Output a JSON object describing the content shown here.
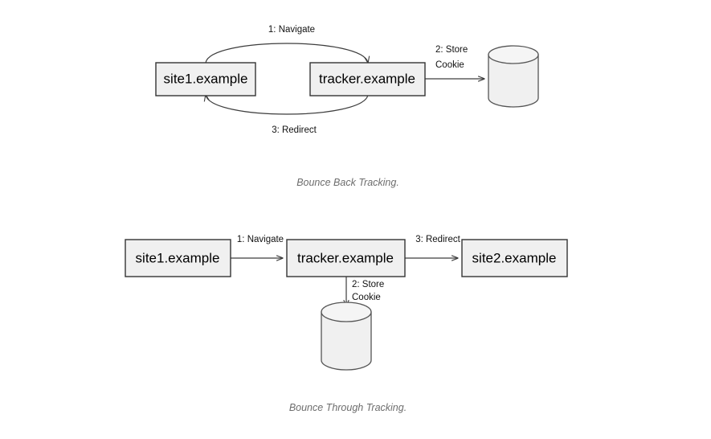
{
  "page": {
    "background": "#ffffff",
    "box_fill": "#f0f0f0",
    "box_stroke": "#333333",
    "edge_stroke": "#3d3d3d",
    "caption_color": "#6d6d6d"
  },
  "figures": [
    {
      "id": "bounce-back",
      "caption": "Bounce Back Tracking.",
      "nodes": [
        {
          "id": "site1",
          "label": "site1.example",
          "type": "box"
        },
        {
          "id": "tracker",
          "label": "tracker.example",
          "type": "box"
        },
        {
          "id": "cookiestore",
          "label": "",
          "type": "cylinder"
        }
      ],
      "edges": [
        {
          "id": "e1",
          "label": "1: Navigate",
          "from": "site1",
          "to": "tracker",
          "shape": "curve-top"
        },
        {
          "id": "e2",
          "label_line1": "2: Store",
          "label_line2": "Cookie",
          "from": "tracker",
          "to": "cookiestore",
          "shape": "straight"
        },
        {
          "id": "e3",
          "label": "3: Redirect",
          "from": "tracker",
          "to": "site1",
          "shape": "curve-bottom"
        }
      ]
    },
    {
      "id": "bounce-through",
      "caption": "Bounce Through Tracking.",
      "nodes": [
        {
          "id": "site1",
          "label": "site1.example",
          "type": "box"
        },
        {
          "id": "tracker",
          "label": "tracker.example",
          "type": "box"
        },
        {
          "id": "site2",
          "label": "site2.example",
          "type": "box"
        },
        {
          "id": "cookiestore",
          "label": "",
          "type": "cylinder"
        }
      ],
      "edges": [
        {
          "id": "e1",
          "label": "1: Navigate",
          "from": "site1",
          "to": "tracker",
          "shape": "straight"
        },
        {
          "id": "e2",
          "label_line1": "2: Store",
          "label_line2": "Cookie",
          "from": "tracker",
          "to": "cookiestore",
          "shape": "straight-down"
        },
        {
          "id": "e3",
          "label": "3: Redirect",
          "from": "tracker",
          "to": "site2",
          "shape": "straight"
        }
      ]
    }
  ]
}
